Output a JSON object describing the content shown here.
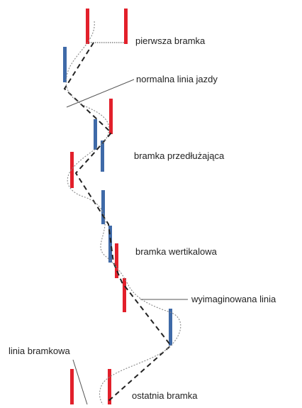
{
  "labels": {
    "first_gate": "pierwsza bramka",
    "normal_line": "normalna linia jazdy",
    "extension_gate": "bramka przedłużająca",
    "vertical_gate": "bramka wertikalowa",
    "imaginary_line": "wyimaginowana linia",
    "gate_line": "linia bramkowa",
    "last_gate": "ostatnia bramka"
  },
  "colors": {
    "red_pole": "#e2202b",
    "blue_pole": "#3f6aa8",
    "line": "#222222",
    "leader": "#555555",
    "ski_line": "#888888"
  }
}
